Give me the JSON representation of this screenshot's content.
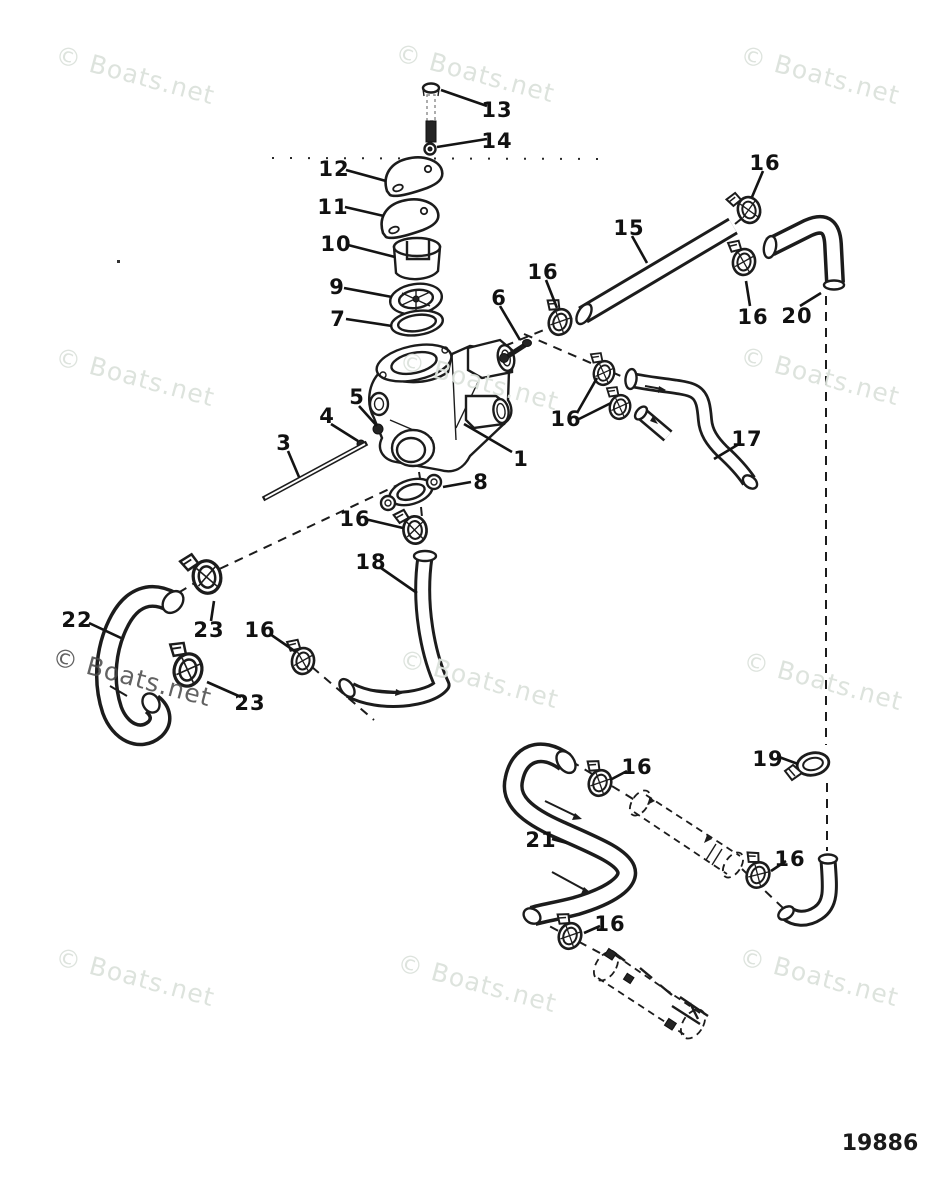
{
  "diagram_number": "19886",
  "watermark": {
    "text": "© Boats.net"
  },
  "colors": {
    "line": "#1c1c1c",
    "background": "#ffffff",
    "watermark_light": "#dbe2db",
    "watermark_dark": "#464646"
  },
  "callouts": [
    {
      "label": "13"
    },
    {
      "label": "14"
    },
    {
      "label": "12"
    },
    {
      "label": "11"
    },
    {
      "label": "10"
    },
    {
      "label": "9"
    },
    {
      "label": "7"
    },
    {
      "label": "6"
    },
    {
      "label": "5"
    },
    {
      "label": "4"
    },
    {
      "label": "3"
    },
    {
      "label": "1"
    },
    {
      "label": "8"
    },
    {
      "label": "15"
    },
    {
      "label": "16"
    },
    {
      "label": "16"
    },
    {
      "label": "16"
    },
    {
      "label": "16"
    },
    {
      "label": "16"
    },
    {
      "label": "17"
    },
    {
      "label": "20"
    },
    {
      "label": "18"
    },
    {
      "label": "22"
    },
    {
      "label": "23"
    },
    {
      "label": "23"
    },
    {
      "label": "16"
    },
    {
      "label": "19"
    },
    {
      "label": "16"
    },
    {
      "label": "16"
    },
    {
      "label": "21"
    },
    {
      "label": "16"
    }
  ]
}
